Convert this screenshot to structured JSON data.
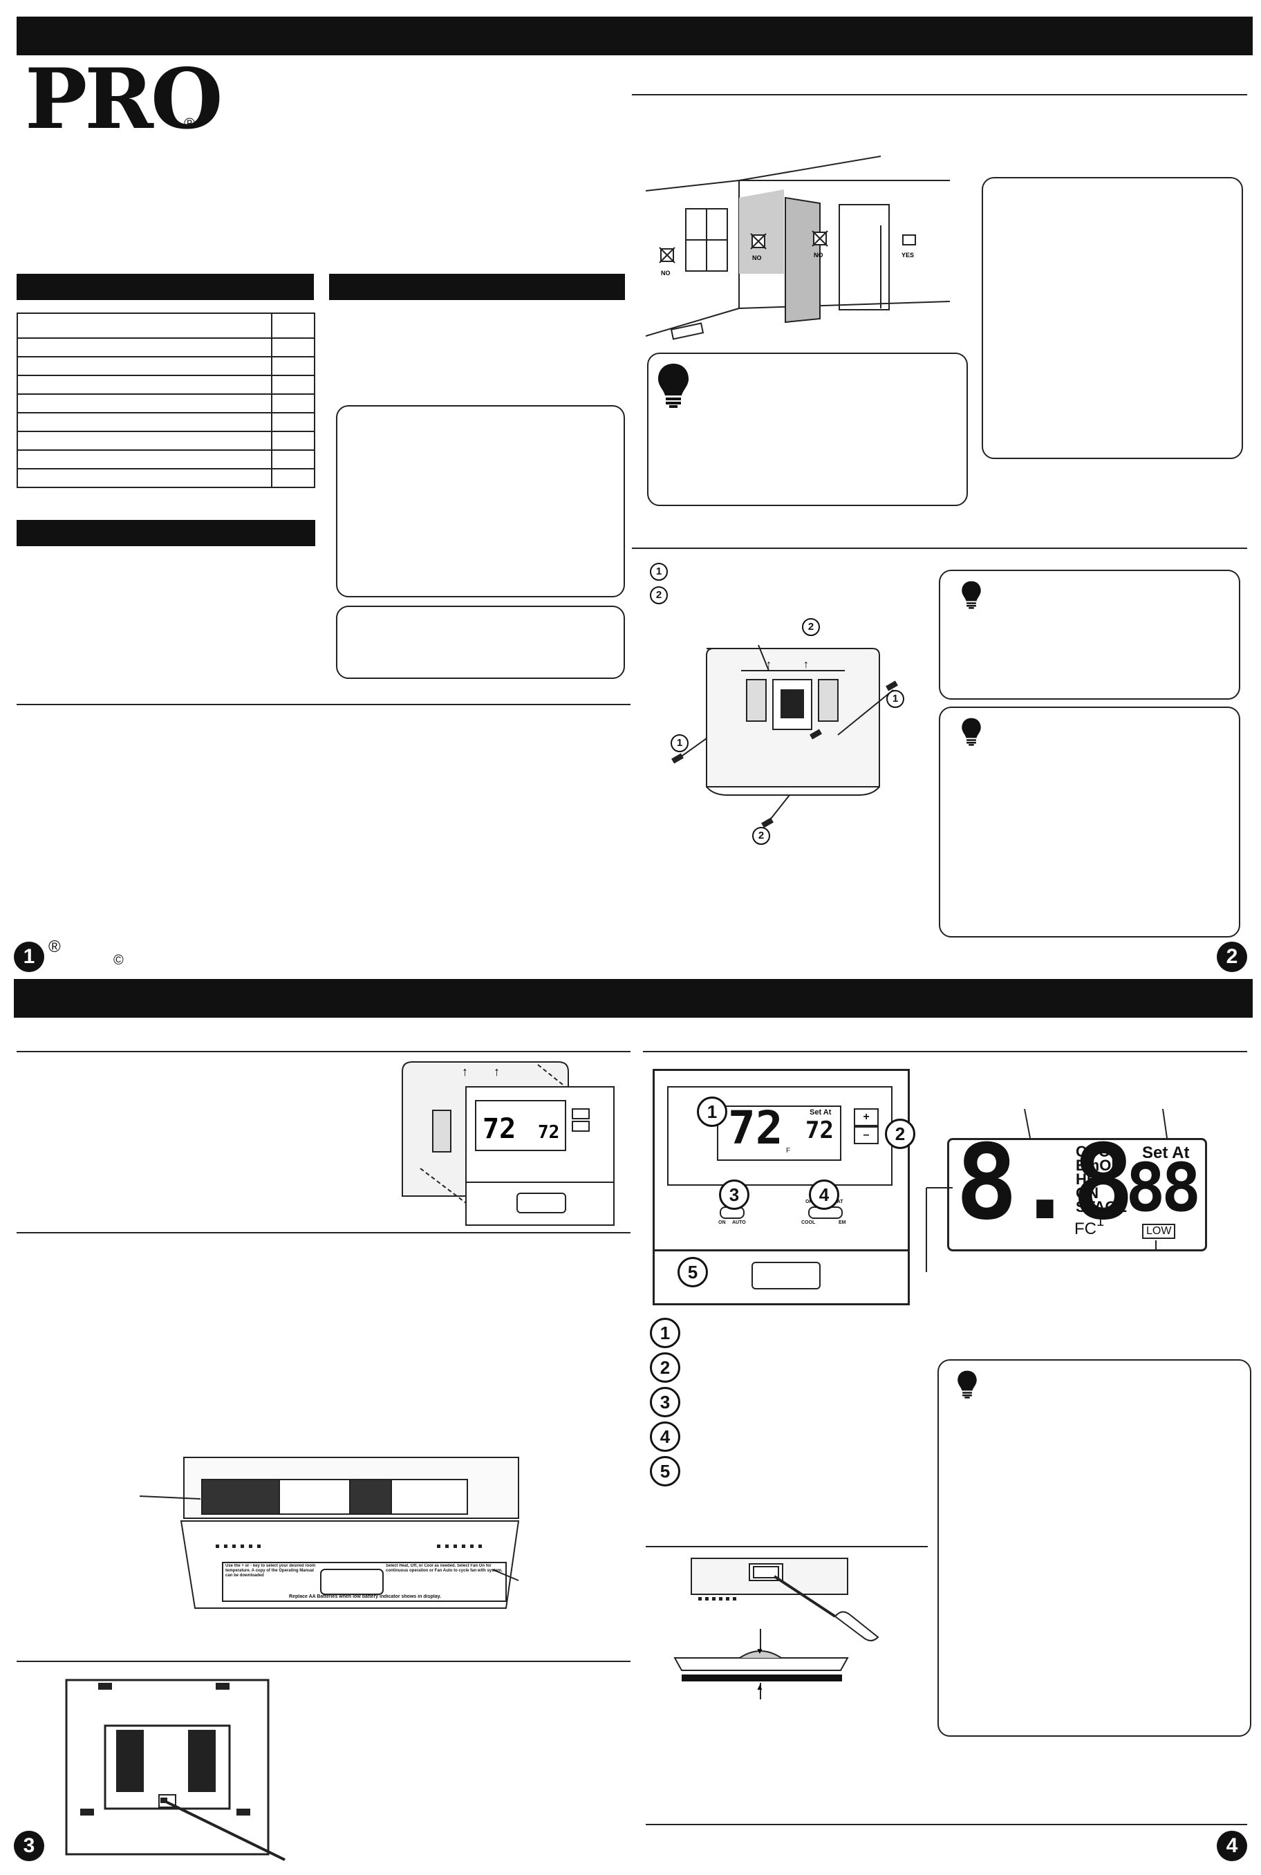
{
  "brand": {
    "logo": "PRO",
    "registered": "®"
  },
  "footer": {
    "registered": "®",
    "copyright": "©"
  },
  "page_numbers": [
    "1",
    "2",
    "3",
    "4"
  ],
  "callouts": {
    "n1": "1",
    "n2": "2",
    "n3": "3",
    "n4": "4",
    "n5": "5"
  },
  "location_diagram": {
    "no1": "NO",
    "no2": "NO",
    "no3": "NO",
    "yes": "YES"
  },
  "thermostat": {
    "room_temp": "72",
    "unit": "F",
    "set_at_label": "Set At",
    "set_temp": "72",
    "plus": "+",
    "minus": "–",
    "fan_labels": [
      "ON",
      "AUTO"
    ],
    "system_labels": [
      "OFF",
      "HEAT",
      "COOL",
      "EM"
    ]
  },
  "lcd": {
    "big_digits": "8.8",
    "modes": [
      "COOL",
      "EmON",
      "HEAT",
      "ON",
      "STAGE"
    ],
    "fc": "FC",
    "stage_num": "1",
    "set_at": "Set At",
    "small_digits": "88",
    "low": "LOW"
  },
  "battery_label": {
    "left": "Use the + or - key to select your desired room temperature. A copy of the Operating Manual can be downloaded",
    "right": "Select Heat, Off, or Cool as needed. Select Fan On for continuous operation or Fan Auto to cycle fan with system.",
    "bottom": "Replace AA Batteries when low battery indicator shows in display."
  }
}
